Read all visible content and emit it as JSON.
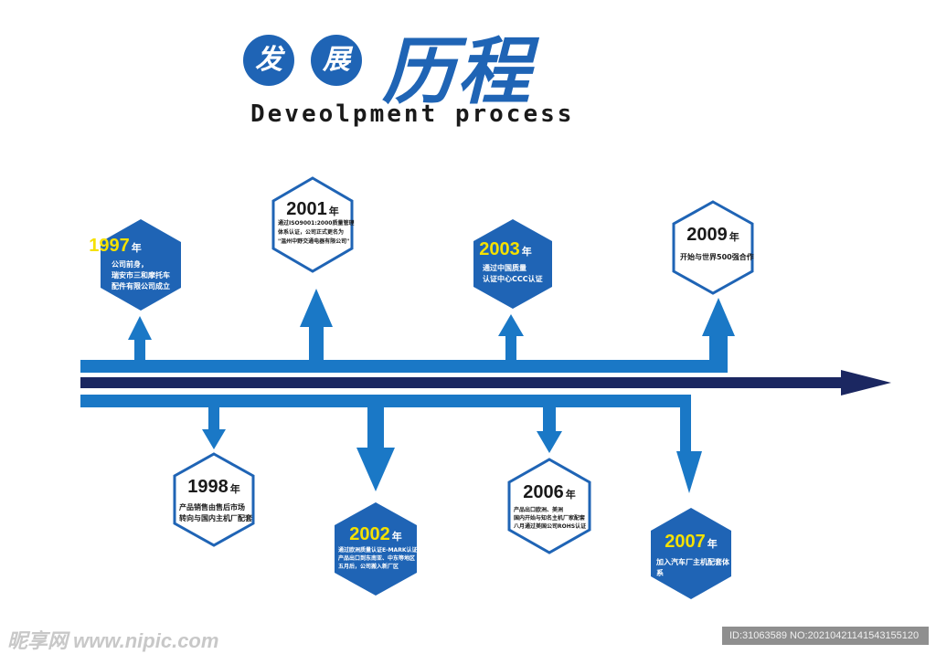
{
  "header": {
    "title_char_1": "发",
    "title_char_2": "展",
    "title_main": "历程",
    "subtitle": "Deveolpment process"
  },
  "colors": {
    "primary_blue": "#1f64b5",
    "arrow_blue": "#1a78c6",
    "navy": "#1b2761",
    "yellow": "#f5e100",
    "dark_text": "#1a1a1a"
  },
  "milestones": {
    "m1997": {
      "year": "1997",
      "unit": "年",
      "desc": "公司前身，\n瑞安市三和摩托车\n配件有限公司成立"
    },
    "m2001": {
      "year": "2001",
      "unit": "年",
      "desc": "通过ISO9001:2000质量管理\n体系认证，公司正式更名为\n\"温州中野交通电器有限公司\""
    },
    "m2003": {
      "year": "2003",
      "unit": "年",
      "desc": "通过中国质量\n认证中心CCC认证"
    },
    "m2009": {
      "year": "2009",
      "unit": "年",
      "desc": "开始与世界500强合作"
    },
    "m1998": {
      "year": "1998",
      "unit": "年",
      "desc": "产品销售由售后市场\n转向与国内主机厂配套"
    },
    "m2002": {
      "year": "2002",
      "unit": "年",
      "desc": "通过欧洲质量认证E-MARK认证\n产品出口到东南亚、中东等地区\n五月后，公司搬入新厂区"
    },
    "m2006": {
      "year": "2006",
      "unit": "年",
      "desc": "产品出口欧洲、美洲\n国内开始与知名主机厂家配套\n八月通过美国公司ROHS认证"
    },
    "m2007": {
      "year": "2007",
      "unit": "年",
      "desc": "加入汽车厂主机配套体系"
    }
  },
  "watermark": {
    "left": "昵享网 www.nipic.com",
    "right": "ID:31063589 NO:20210421141543155120"
  }
}
